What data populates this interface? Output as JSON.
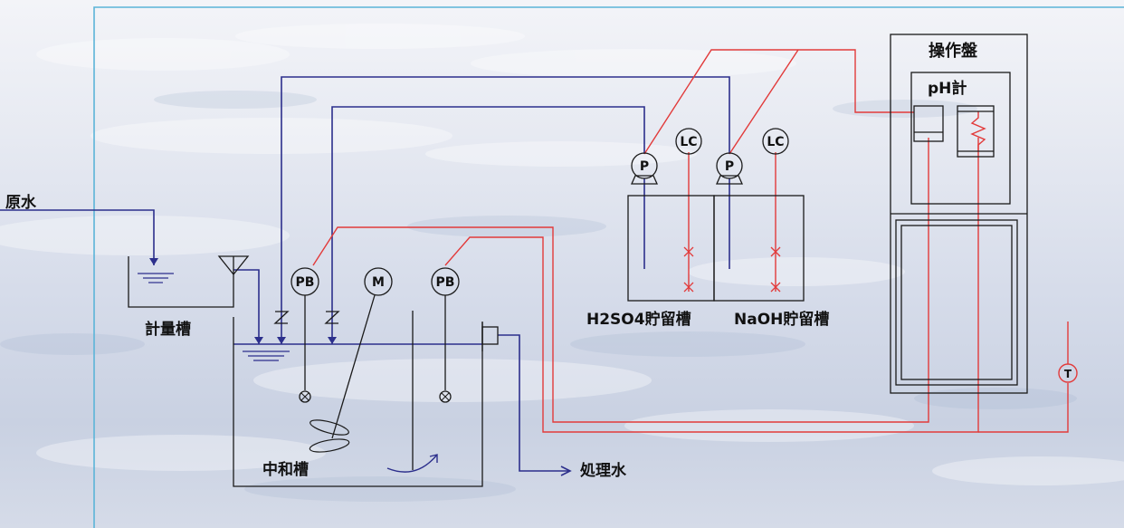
{
  "colors": {
    "frame": "#5bb4d8",
    "water_line": "#2c2f8c",
    "signal_line": "#e23a3a",
    "equipment": "#1a1a1a"
  },
  "labels": {
    "raw_water": "原水",
    "metering_tank": "計量槽",
    "neutralization_tank": "中和槽",
    "treated_water": "処理水",
    "h2so4_tank": "H2SO4貯留槽",
    "naoh_tank": "NaOH貯留槽",
    "control_panel": "操作盤",
    "ph_meter": "pH計"
  },
  "symbols": {
    "pump_1": "P",
    "pump_2": "P",
    "level_control_1": "LC",
    "level_control_2": "LC",
    "ph_probe_1": "PB",
    "ph_probe_2": "PB",
    "mixer_motor": "M",
    "temperature_sensor": "T"
  },
  "icons": {
    "pump": "pump-icon",
    "motor": "motor-icon",
    "agitator": "agitator-icon",
    "check_valve": "check-valve-icon",
    "water_level": "water-level-icon",
    "flow_arrow": "arrow-right-icon"
  }
}
